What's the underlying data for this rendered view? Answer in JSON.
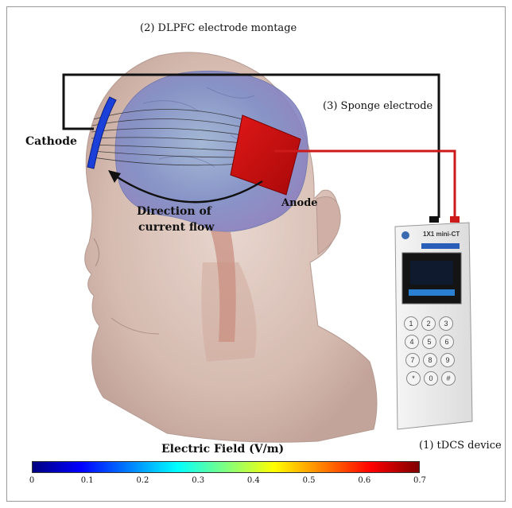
{
  "labels": {
    "montage": "(2) DLPFC electrode montage",
    "sponge": "(3) Sponge electrode",
    "cathode": "Cathode",
    "anode": "Anode",
    "direction_line1": "Direction of",
    "direction_line2": "current flow",
    "device": "(1) tDCS device",
    "device_brand": "1X1 mini-CT"
  },
  "colorbar": {
    "title": "Electric Field (V/m)",
    "ticks": [
      "0",
      "0.1",
      "0.2",
      "0.3",
      "0.4",
      "0.5",
      "0.6",
      "0.7"
    ],
    "range": [
      0,
      0.7
    ],
    "colormap": [
      "#00007f",
      "#0000ff",
      "#0080ff",
      "#00ffff",
      "#80ff80",
      "#ffff00",
      "#ff8000",
      "#ff0000",
      "#7f0000"
    ]
  },
  "keypad": {
    "keys": [
      "1",
      "2",
      "3",
      "4",
      "5",
      "6",
      "7",
      "8",
      "9",
      "*",
      "0",
      "#"
    ]
  },
  "colors": {
    "cathode": "#1b3fd9",
    "anode": "#d01010",
    "lead_black": "#111111",
    "lead_red": "#cc1a1a",
    "head": "#c9a79a",
    "brain": "#7f8fc8"
  }
}
